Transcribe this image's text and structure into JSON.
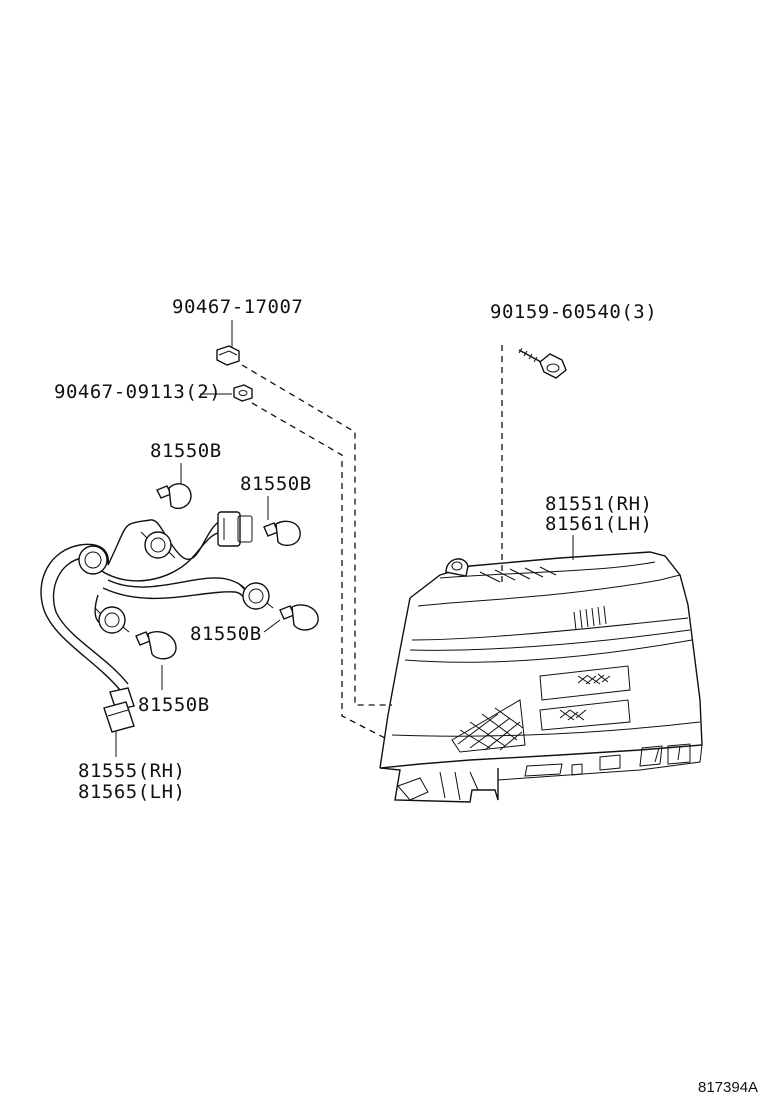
{
  "labels": {
    "nut_upper": "90467-17007",
    "nut_lower": "90467-09113(2)",
    "screw": "90159-60540(3)",
    "lamp_rh": "81551(RH)",
    "lamp_lh": "81561(LH)",
    "bulb_1": "81550B",
    "bulb_2": "81550B",
    "bulb_3": "81550B",
    "bulb_4": "81550B",
    "socket_rh": "81555(RH)",
    "socket_lh": "81565(LH)"
  },
  "diagram_id": "817394A"
}
